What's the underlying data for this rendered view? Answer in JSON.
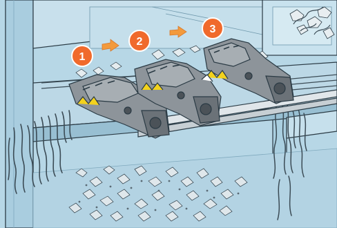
{
  "colors": {
    "background": "#b7d7e6",
    "wall_light": "#d2e6ef",
    "wall_shadow": "#9cc3d6",
    "outline": "#2a3a44",
    "machine_grey": "#8d949a",
    "machine_dark": "#4b5258",
    "step_badge": "#f06a2c",
    "arrow": "#f39a3c",
    "rebar_yellow": "#f3d21c",
    "rubble": "#c9d4da"
  },
  "steps": [
    {
      "number": "1"
    },
    {
      "number": "2"
    },
    {
      "number": "3"
    }
  ]
}
